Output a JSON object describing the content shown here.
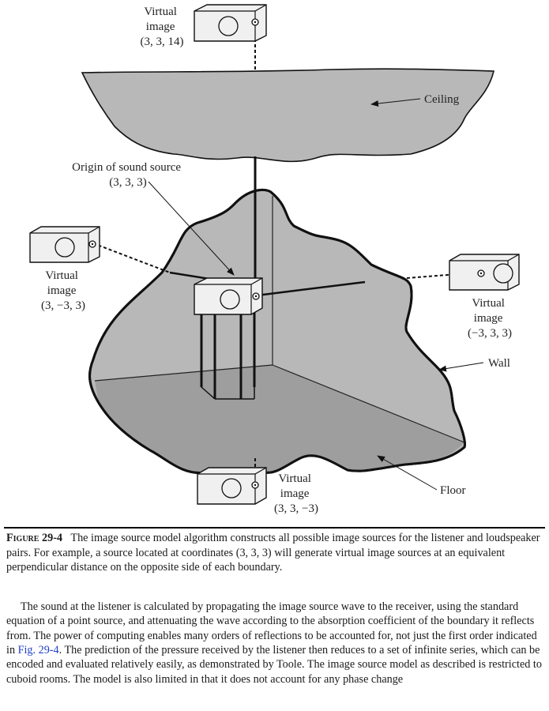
{
  "figure": {
    "labels": {
      "top_image": [
        "Virtual",
        "image",
        "(3, 3, 14)"
      ],
      "ceiling": "Ceiling",
      "origin": [
        "Origin of sound source",
        "(3, 3, 3)"
      ],
      "left_image": [
        "Virtual",
        "image",
        "(3, −3, 3)"
      ],
      "right_image": [
        "Virtual",
        "image",
        "(−3, 3, 3)"
      ],
      "wall": "Wall",
      "bottom_image": [
        "Virtual",
        "image",
        "(3, 3, −3)"
      ],
      "floor": "Floor"
    },
    "colors": {
      "surface": "#b8b8b8",
      "floor": "#9e9e9e",
      "box": "#f0f0f0",
      "ink": "#111111"
    }
  },
  "caption": {
    "label": "Figure",
    "number": "29-4",
    "text": "The image source model algorithm constructs all possible image sources for the listener and loudspeaker pairs. For example, a source located at coordinates (3, 3, 3) will generate virtual image sources at an equivalent perpendicular distance on the opposite side of each boundary."
  },
  "body": {
    "text_before": "The sound at the listener is calculated by propagating the image source wave to the receiver, using the standard equation of a point source, and attenuating the wave according to the absorption coefficient of the boundary it reflects from. The power of computing enables many orders of reflections to be accounted for, not just the first order indicated in ",
    "link": "Fig. 29-4",
    "text_after": ". The prediction of the pressure received by the listener then reduces to a set of infinite series, which can be encoded and evaluated relatively easily, as demonstrated by Toole. The image source model as described is restricted to cuboid rooms. The model is also limited in that it does not account for any phase change"
  }
}
